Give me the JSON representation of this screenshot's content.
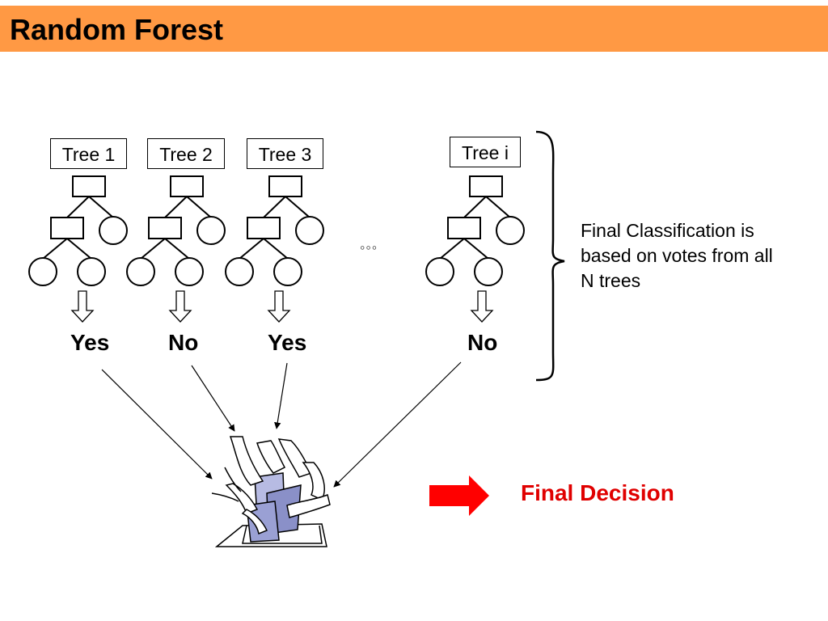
{
  "title": "Random Forest",
  "trees": [
    {
      "label": "Tree 1",
      "vote": "Yes"
    },
    {
      "label": "Tree 2",
      "vote": "No"
    },
    {
      "label": "Tree 3",
      "vote": "Yes"
    },
    {
      "label": "Tree i",
      "vote": "No"
    }
  ],
  "ellipsis": "◦◦◦",
  "note": "Final Classification is based on votes from all N trees",
  "final_decision": "Final Decision",
  "colors": {
    "title_bar": "#ff9944",
    "decision_text": "#e00000",
    "decision_arrow": "#ff0000",
    "ballot": "#8a90c8"
  },
  "icons": [
    "down-arrow-icon",
    "right-arrow-icon",
    "ballot-box-illustration"
  ]
}
